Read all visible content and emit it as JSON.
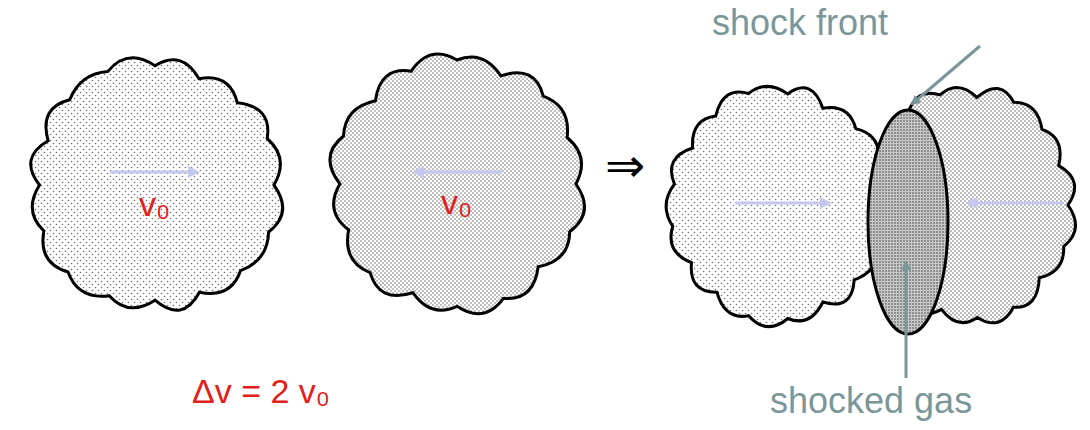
{
  "diagram": {
    "nodes": [
      {
        "text": [
          "v₀"
        ]
      },
      {
        "text": [
          "v₀"
        ]
      }
    ],
    "labels": [
      "⇒",
      "Δv = 2 v₀",
      "shock front",
      "shocked gas"
    ]
  }
}
